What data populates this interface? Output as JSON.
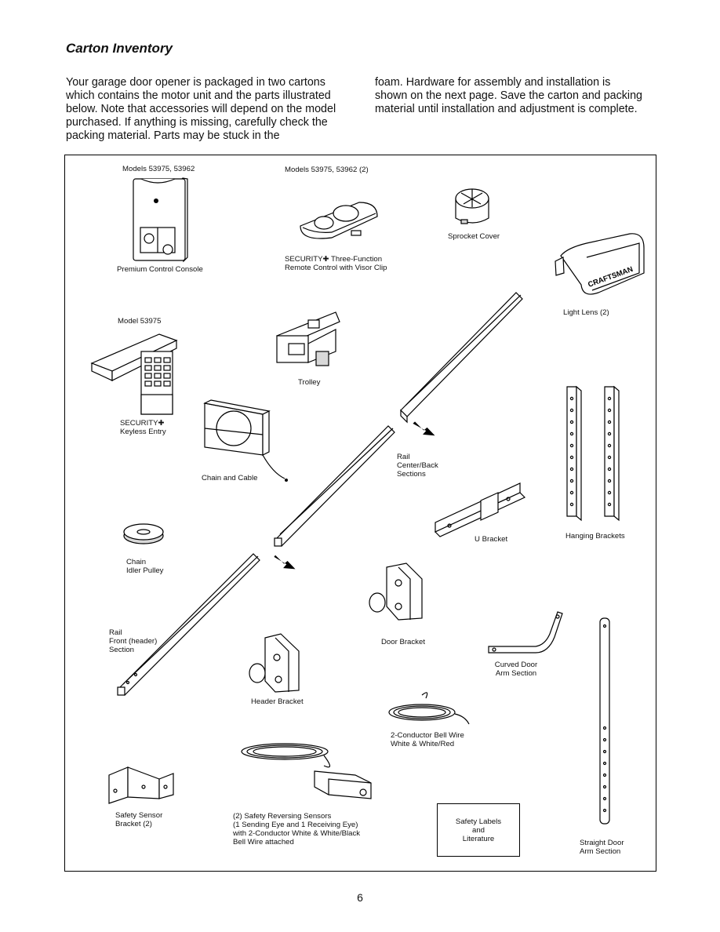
{
  "heading": "Carton Inventory",
  "intro": {
    "left": "Your garage door opener is packaged in two cartons which contains the motor unit and the parts illustrated below. Note that accessories will depend on the model purchased. If anything is missing, carefully check the packing material. Parts may be stuck in the",
    "right": "foam. Hardware for assembly and installation is shown on the next page. Save the carton and packing material until installation and adjustment is complete."
  },
  "figure": {
    "models_console": "Models 53975, 53962",
    "console": "Premium Control Console",
    "models_remote": "Models 53975, 53962 (2)",
    "remote": "SECURITY✚ Three-Function\nRemote Control with Visor Clip",
    "sprocket_cover": "Sprocket Cover",
    "light_lens": "Light Lens (2)",
    "lens_brand": "CRAFTSMAN",
    "model_keyless": "Model 53975",
    "keyless": "SECURITY✚\nKeyless Entry",
    "trolley": "Trolley",
    "chain_cable": "Chain and Cable",
    "rail_center": "Rail\nCenter/Back\nSections",
    "u_bracket": "U Bracket",
    "hanging_brackets": "Hanging Brackets",
    "idler_pulley": "Chain\nIdler Pulley",
    "rail_front": "Rail\nFront (header)\nSection",
    "door_bracket": "Door Bracket",
    "curved_arm": "Curved Door\nArm Section",
    "header_bracket": "Header Bracket",
    "bell_wire": "2-Conductor Bell Wire\nWhite & White/Red",
    "sensor_bracket": "Safety Sensor\nBracket (2)",
    "sensors": "(2) Safety Reversing Sensors\n(1 Sending Eye and 1 Receiving Eye)\nwith 2-Conductor White & White/Black\nBell Wire attached",
    "safety_labels": "Safety Labels\nand\nLiterature",
    "straight_arm": "Straight Door\nArm Section"
  },
  "page_number": "6"
}
